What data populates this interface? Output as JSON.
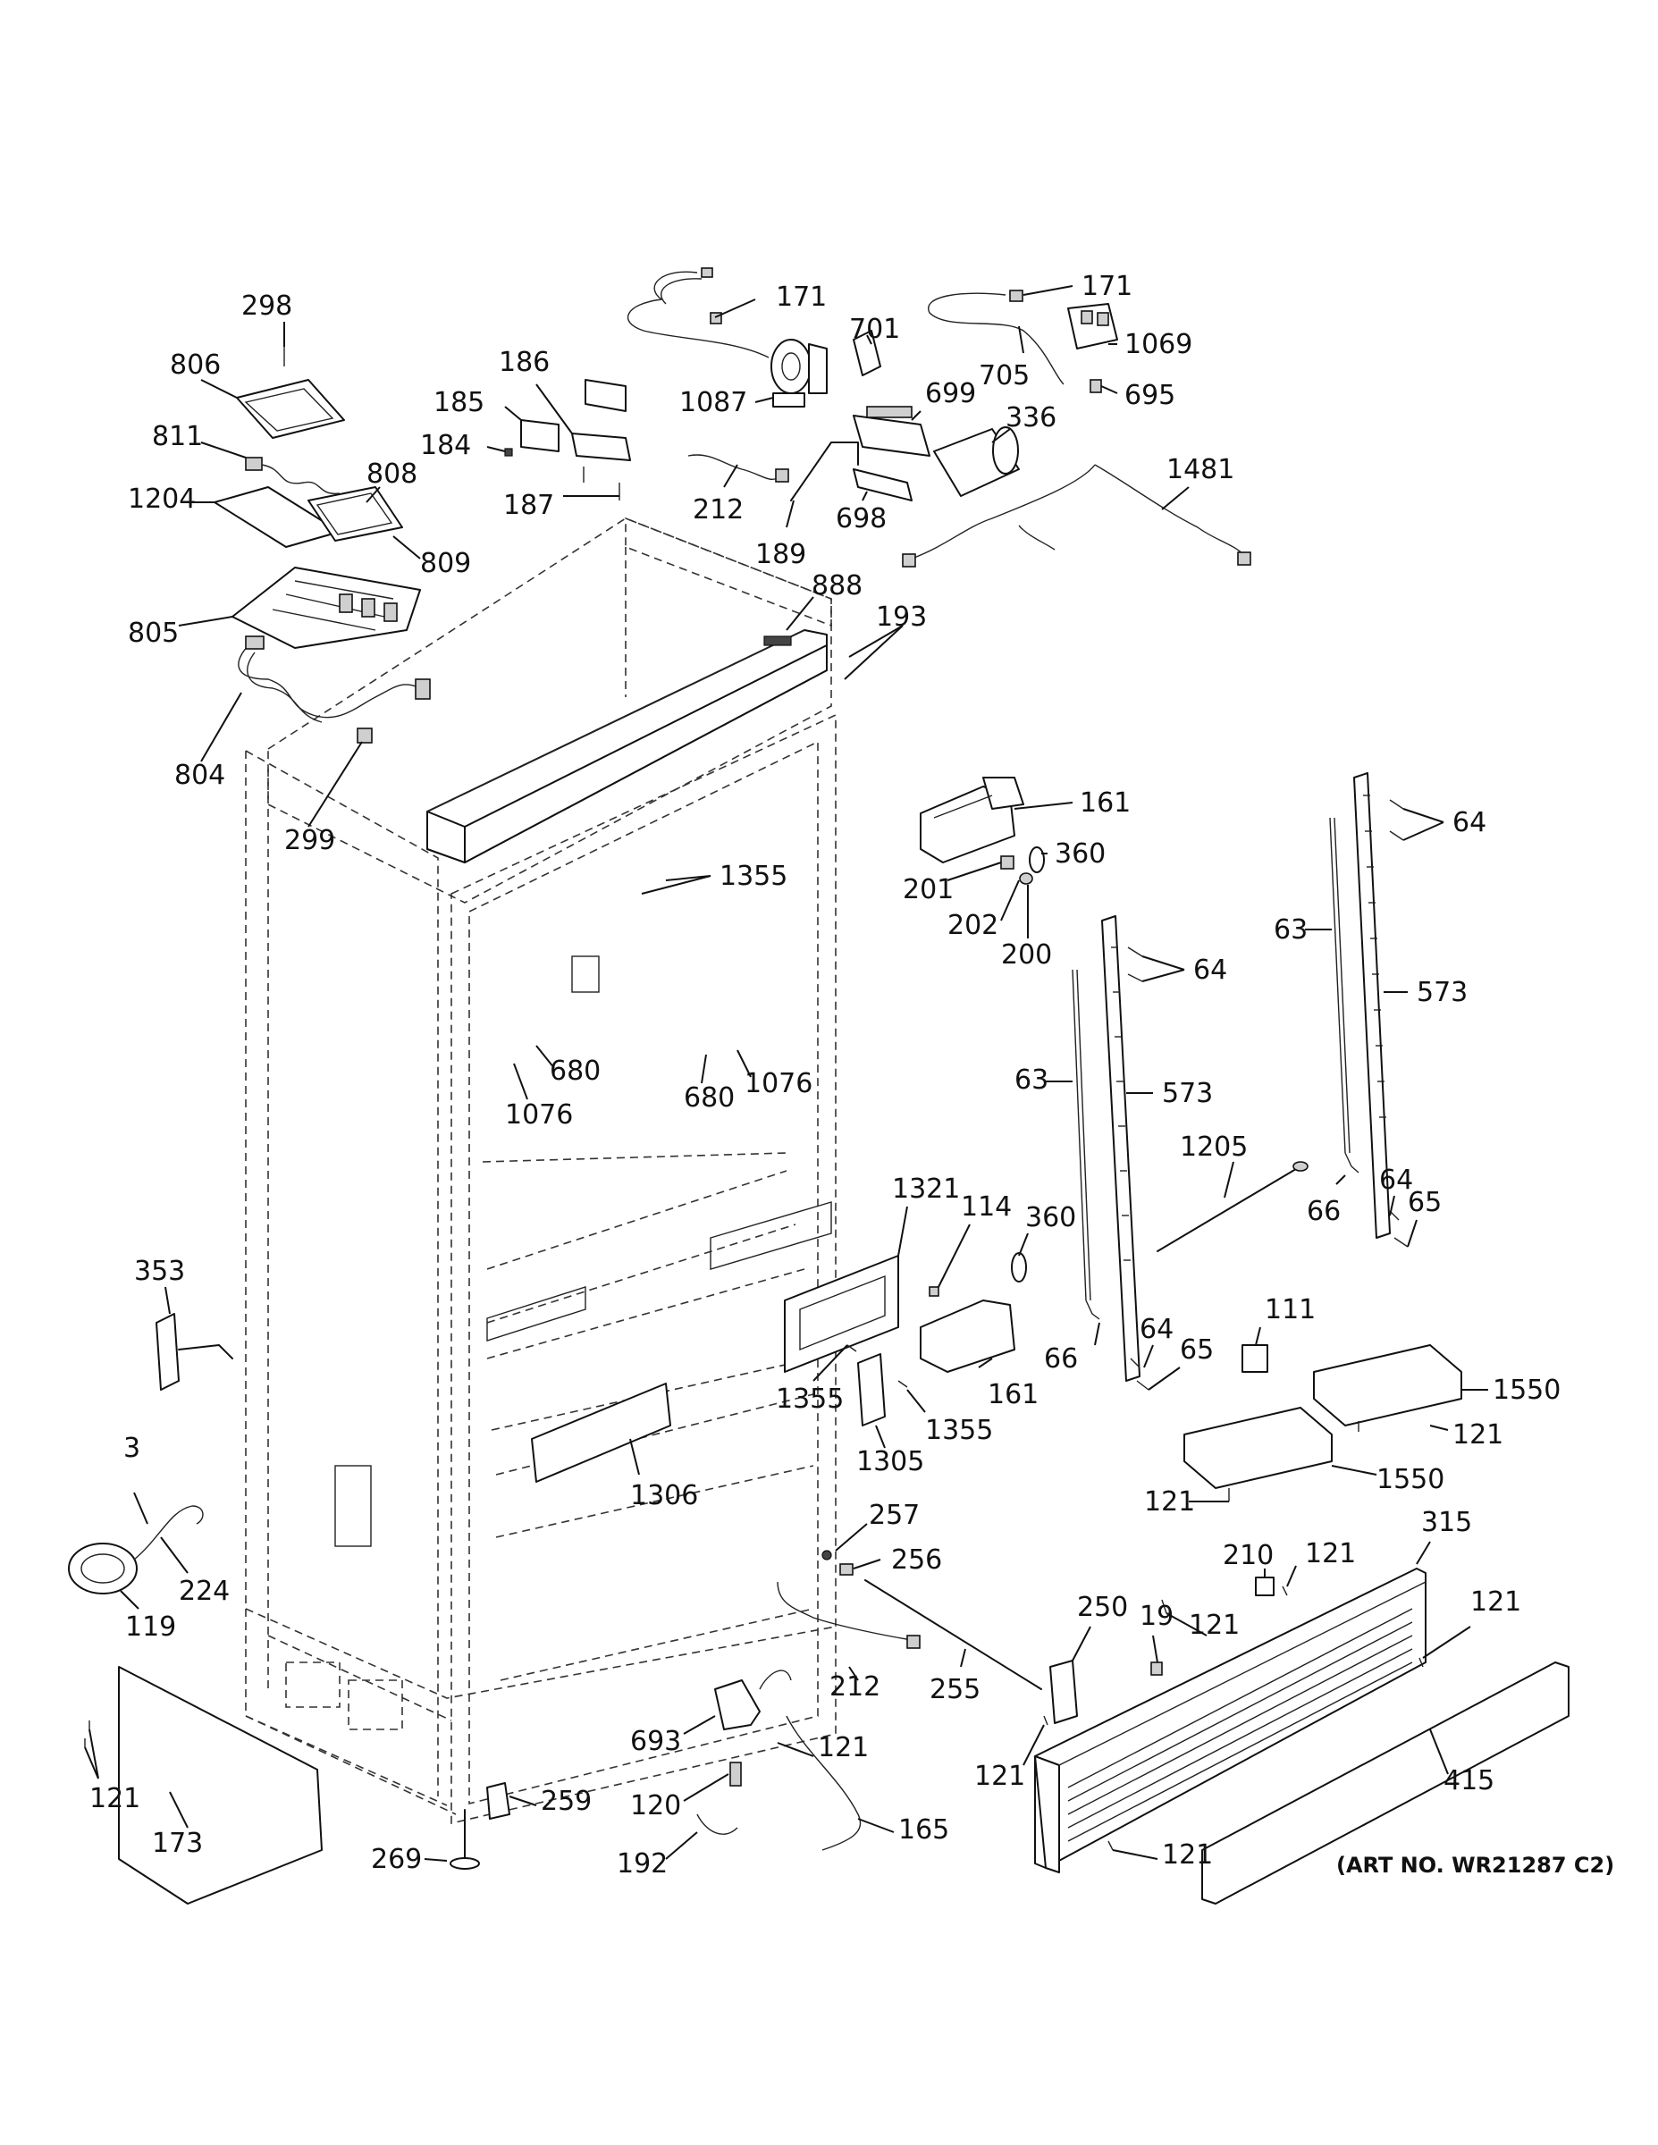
{
  "art_number": "(ART NO. WR21287 C2)",
  "callouts": [
    {
      "id": "c298",
      "text": "298"
    },
    {
      "id": "c806",
      "text": "806"
    },
    {
      "id": "c811",
      "text": "811"
    },
    {
      "id": "c1204",
      "text": "1204"
    },
    {
      "id": "c808",
      "text": "808"
    },
    {
      "id": "c809",
      "text": "809"
    },
    {
      "id": "c805",
      "text": "805"
    },
    {
      "id": "c804",
      "text": "804"
    },
    {
      "id": "c299",
      "text": "299"
    },
    {
      "id": "c186",
      "text": "186"
    },
    {
      "id": "c185",
      "text": "185"
    },
    {
      "id": "c184",
      "text": "184"
    },
    {
      "id": "c187",
      "text": "187"
    },
    {
      "id": "c171a",
      "text": "171"
    },
    {
      "id": "c1087",
      "text": "1087"
    },
    {
      "id": "c212a",
      "text": "212"
    },
    {
      "id": "c189",
      "text": "189"
    },
    {
      "id": "c701",
      "text": "701"
    },
    {
      "id": "c699",
      "text": "699"
    },
    {
      "id": "c698",
      "text": "698"
    },
    {
      "id": "c171b",
      "text": "171"
    },
    {
      "id": "c1069",
      "text": "1069"
    },
    {
      "id": "c705",
      "text": "705"
    },
    {
      "id": "c695",
      "text": "695"
    },
    {
      "id": "c336",
      "text": "336"
    },
    {
      "id": "c1481",
      "text": "1481"
    },
    {
      "id": "c888",
      "text": "888"
    },
    {
      "id": "c193",
      "text": "193"
    },
    {
      "id": "c161a",
      "text": "161"
    },
    {
      "id": "c360a",
      "text": "360"
    },
    {
      "id": "c201",
      "text": "201"
    },
    {
      "id": "c202",
      "text": "202"
    },
    {
      "id": "c200",
      "text": "200"
    },
    {
      "id": "c64a",
      "text": "64"
    },
    {
      "id": "c63a",
      "text": "63"
    },
    {
      "id": "c573a",
      "text": "573"
    },
    {
      "id": "c64b",
      "text": "64"
    },
    {
      "id": "c63b",
      "text": "63"
    },
    {
      "id": "c573b",
      "text": "573"
    },
    {
      "id": "c1355a",
      "text": "1355"
    },
    {
      "id": "c680a",
      "text": "680"
    },
    {
      "id": "c1076a",
      "text": "1076"
    },
    {
      "id": "c680b",
      "text": "680"
    },
    {
      "id": "c1076b",
      "text": "1076"
    },
    {
      "id": "c1205",
      "text": "1205"
    },
    {
      "id": "c64c",
      "text": "64"
    },
    {
      "id": "c65a",
      "text": "65"
    },
    {
      "id": "c66a",
      "text": "66"
    },
    {
      "id": "c1321",
      "text": "1321"
    },
    {
      "id": "c114",
      "text": "114"
    },
    {
      "id": "c360b",
      "text": "360"
    },
    {
      "id": "c64d",
      "text": "64"
    },
    {
      "id": "c65b",
      "text": "65"
    },
    {
      "id": "c66b",
      "text": "66"
    },
    {
      "id": "c161b",
      "text": "161"
    },
    {
      "id": "c1355b",
      "text": "1355"
    },
    {
      "id": "c1355c",
      "text": "1355"
    },
    {
      "id": "c1305",
      "text": "1305"
    },
    {
      "id": "c111",
      "text": "111"
    },
    {
      "id": "c1550a",
      "text": "1550"
    },
    {
      "id": "c121a",
      "text": "121"
    },
    {
      "id": "c1550b",
      "text": "1550"
    },
    {
      "id": "c121b",
      "text": "121"
    },
    {
      "id": "c353",
      "text": "353"
    },
    {
      "id": "c1306",
      "text": "1306"
    },
    {
      "id": "c3",
      "text": "3"
    },
    {
      "id": "c224",
      "text": "224"
    },
    {
      "id": "c119",
      "text": "119"
    },
    {
      "id": "c257",
      "text": "257"
    },
    {
      "id": "c256",
      "text": "256"
    },
    {
      "id": "c210",
      "text": "210"
    },
    {
      "id": "c121c",
      "text": "121"
    },
    {
      "id": "c315",
      "text": "315"
    },
    {
      "id": "c250",
      "text": "250"
    },
    {
      "id": "c19",
      "text": "19"
    },
    {
      "id": "c121d",
      "text": "121"
    },
    {
      "id": "c121e",
      "text": "121"
    },
    {
      "id": "c212b",
      "text": "212"
    },
    {
      "id": "c255",
      "text": "255"
    },
    {
      "id": "c693",
      "text": "693"
    },
    {
      "id": "c121f",
      "text": "121"
    },
    {
      "id": "c121g",
      "text": "121"
    },
    {
      "id": "c415",
      "text": "415"
    },
    {
      "id": "c121h",
      "text": "121"
    },
    {
      "id": "c173",
      "text": "173"
    },
    {
      "id": "c259",
      "text": "259"
    },
    {
      "id": "c120",
      "text": "120"
    },
    {
      "id": "c165",
      "text": "165"
    },
    {
      "id": "c269",
      "text": "269"
    },
    {
      "id": "c192",
      "text": "192"
    },
    {
      "id": "c121i",
      "text": "121"
    }
  ]
}
